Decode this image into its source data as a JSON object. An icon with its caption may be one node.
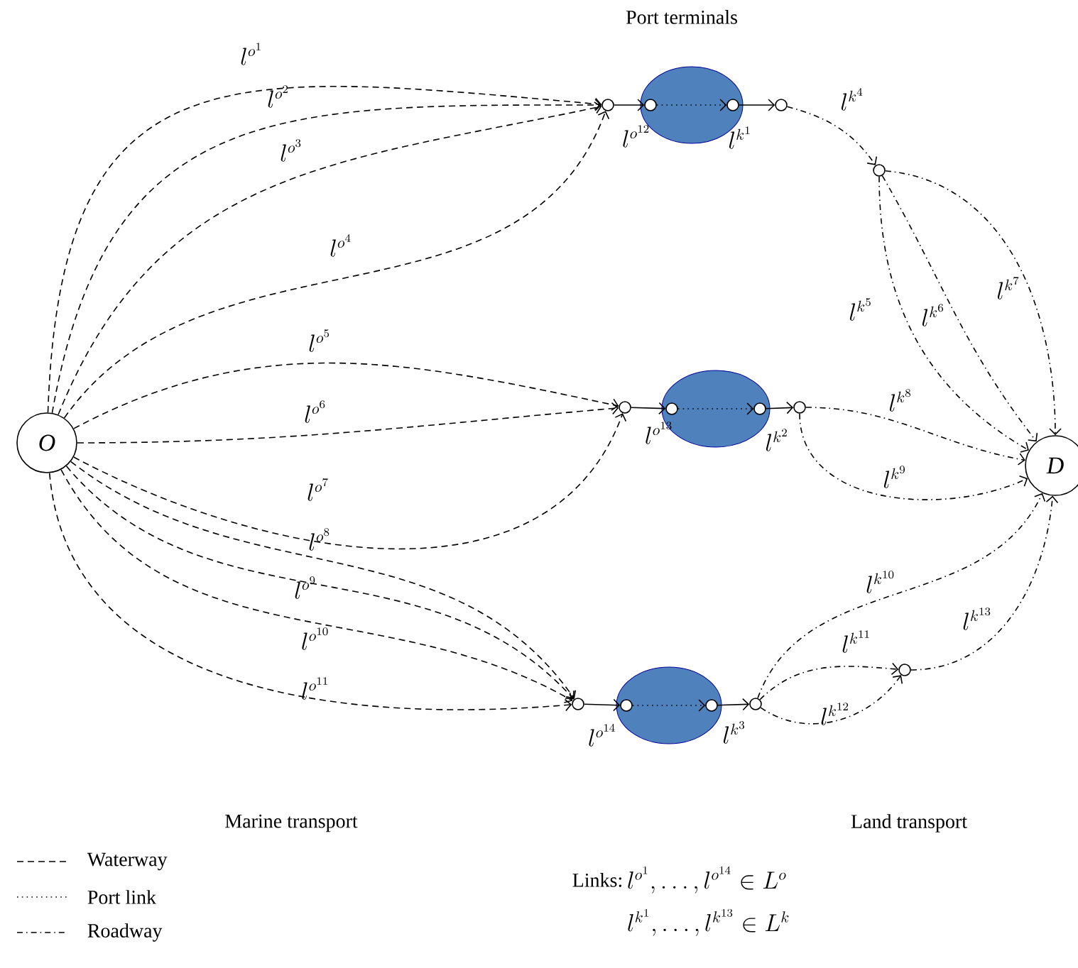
{
  "diagram": {
    "nodes": [
      {
        "text": [
          "O"
        ]
      },
      {
        "text": [],
        "shape": "ellipse"
      },
      {
        "text": [],
        "shape": "circle"
      },
      {
        "text": [],
        "shape": "circle",
        "in": 1
      },
      {
        "text": [],
        "shape": "circle",
        "in": 1
      },
      {
        "text": [],
        "shape": "circle"
      },
      {
        "text": [],
        "shape": "circle"
      },
      {
        "text": [],
        "shape": "ellipse"
      },
      {
        "text": [],
        "shape": "circle"
      },
      {
        "text": [],
        "shape": "circle",
        "in": 7
      },
      {
        "text": [],
        "shape": "circle",
        "in": 7
      },
      {
        "text": [],
        "shape": "circle"
      },
      {
        "text": [],
        "shape": "ellipse"
      },
      {
        "text": [],
        "shape": "circle"
      },
      {
        "text": [],
        "shape": "circle",
        "in": 12
      },
      {
        "text": [],
        "shape": "circle",
        "in": 12
      },
      {
        "text": [],
        "shape": "circle"
      },
      {
        "text": [],
        "shape": "circle"
      },
      {
        "text": [
          "D"
        ]
      }
    ],
    "edges": [
      {
        "from": 0,
        "to": 2,
        "arrow": "to",
        "style": "dashed",
        "label": "l^{o^{1}}"
      },
      {
        "from": 0,
        "to": 2,
        "arrow": "to",
        "style": "dashed",
        "label": "l^{o^{2}}"
      },
      {
        "from": 0,
        "to": 2,
        "arrow": "to",
        "style": "dashed",
        "label": "l^{o^{3}}"
      },
      {
        "from": 0,
        "to": 2,
        "arrow": "to",
        "style": "dashed",
        "label": "l^{o^{4}}"
      },
      {
        "from": 0,
        "to": 8,
        "arrow": "to",
        "style": "dashed",
        "label": "l^{o^{5}}"
      },
      {
        "from": 0,
        "to": 8,
        "arrow": "to",
        "style": "dashed",
        "label": "l^{o^{6}}"
      },
      {
        "from": 0,
        "to": 8,
        "arrow": "to",
        "style": "dashed",
        "label": "l^{o^{7}}"
      },
      {
        "from": 0,
        "to": 13,
        "arrow": "to",
        "style": "dashed",
        "label": "l^{o^{8}}"
      },
      {
        "from": 0,
        "to": 13,
        "arrow": "to",
        "style": "dashed",
        "label": "l^{o^{9}}"
      },
      {
        "from": 0,
        "to": 13,
        "arrow": "to",
        "style": "dashed",
        "label": "l^{o^{10}}"
      },
      {
        "from": 0,
        "to": 13,
        "arrow": "to",
        "style": "dashed",
        "label": "l^{o^{11}}"
      },
      {
        "from": 2,
        "to": 3,
        "arrow": "to",
        "label": "l^{o^{12}}"
      },
      {
        "from": 3,
        "to": 4,
        "arrow": "to",
        "style": "dashed"
      },
      {
        "from": 4,
        "to": 5,
        "arrow": "to",
        "label": "l^{k^{1}}"
      },
      {
        "from": 5,
        "to": 6,
        "arrow": "to",
        "style": "dashed",
        "label": "l^{k^{4}}"
      },
      {
        "from": 6,
        "to": 18,
        "arrow": "to",
        "style": "dashed",
        "label": "l^{k^{5}}"
      },
      {
        "from": 6,
        "to": 18,
        "arrow": "to",
        "style": "dashed",
        "label": "l^{k^{6}}"
      },
      {
        "from": 6,
        "to": 18,
        "arrow": "to",
        "style": "dashed",
        "label": "l^{k^{7}}"
      },
      {
        "from": 8,
        "to": 9,
        "arrow": "to",
        "label": "l^{o^{13}}"
      },
      {
        "from": 9,
        "to": 10,
        "arrow": "to",
        "style": "dashed"
      },
      {
        "from": 10,
        "to": 11,
        "arrow": "to",
        "label": "l^{k^{2}}"
      },
      {
        "from": 11,
        "to": 18,
        "arrow": "to",
        "style": "dashed",
        "label": "l^{k^{8}}"
      },
      {
        "from": 11,
        "to": 18,
        "arrow": "to",
        "style": "dashed",
        "label": "l^{k^{9}}"
      },
      {
        "from": 13,
        "to": 14,
        "arrow": "to",
        "label": "l^{o^{14}}"
      },
      {
        "from": 14,
        "to": 15,
        "arrow": "to",
        "style": "dashed"
      },
      {
        "from": 15,
        "to": 16,
        "arrow": "to",
        "label": "l^{k^{3}}"
      },
      {
        "from": 16,
        "to": 18,
        "arrow": "to",
        "style": "dashed",
        "label": "l^{k^{10}}"
      },
      {
        "from": 16,
        "to": 17,
        "arrow": "to",
        "style": "dashed",
        "label": "l^{k^{11}}"
      },
      {
        "from": 16,
        "to": 17,
        "arrow": "to",
        "style": "dashed",
        "label": "l^{k^{12}}"
      },
      {
        "from": 17,
        "to": 18,
        "arrow": "to",
        "style": "dashed",
        "label": "l^{k^{13}}"
      }
    ],
    "labels": [
      "Port terminals",
      "Marine transport",
      "Land transport",
      "Links:",
      "l^{o^{1}}, \\ldots, l^{o^{14}} \\in L^{o}",
      "l^{k^{1}}, \\ldots, l^{k^{13}} \\in L^{k}"
    ],
    "legend": [
      {
        "text": "Waterway"
      },
      {
        "text": "Port link"
      },
      {
        "text": "Roadway"
      }
    ]
  }
}
